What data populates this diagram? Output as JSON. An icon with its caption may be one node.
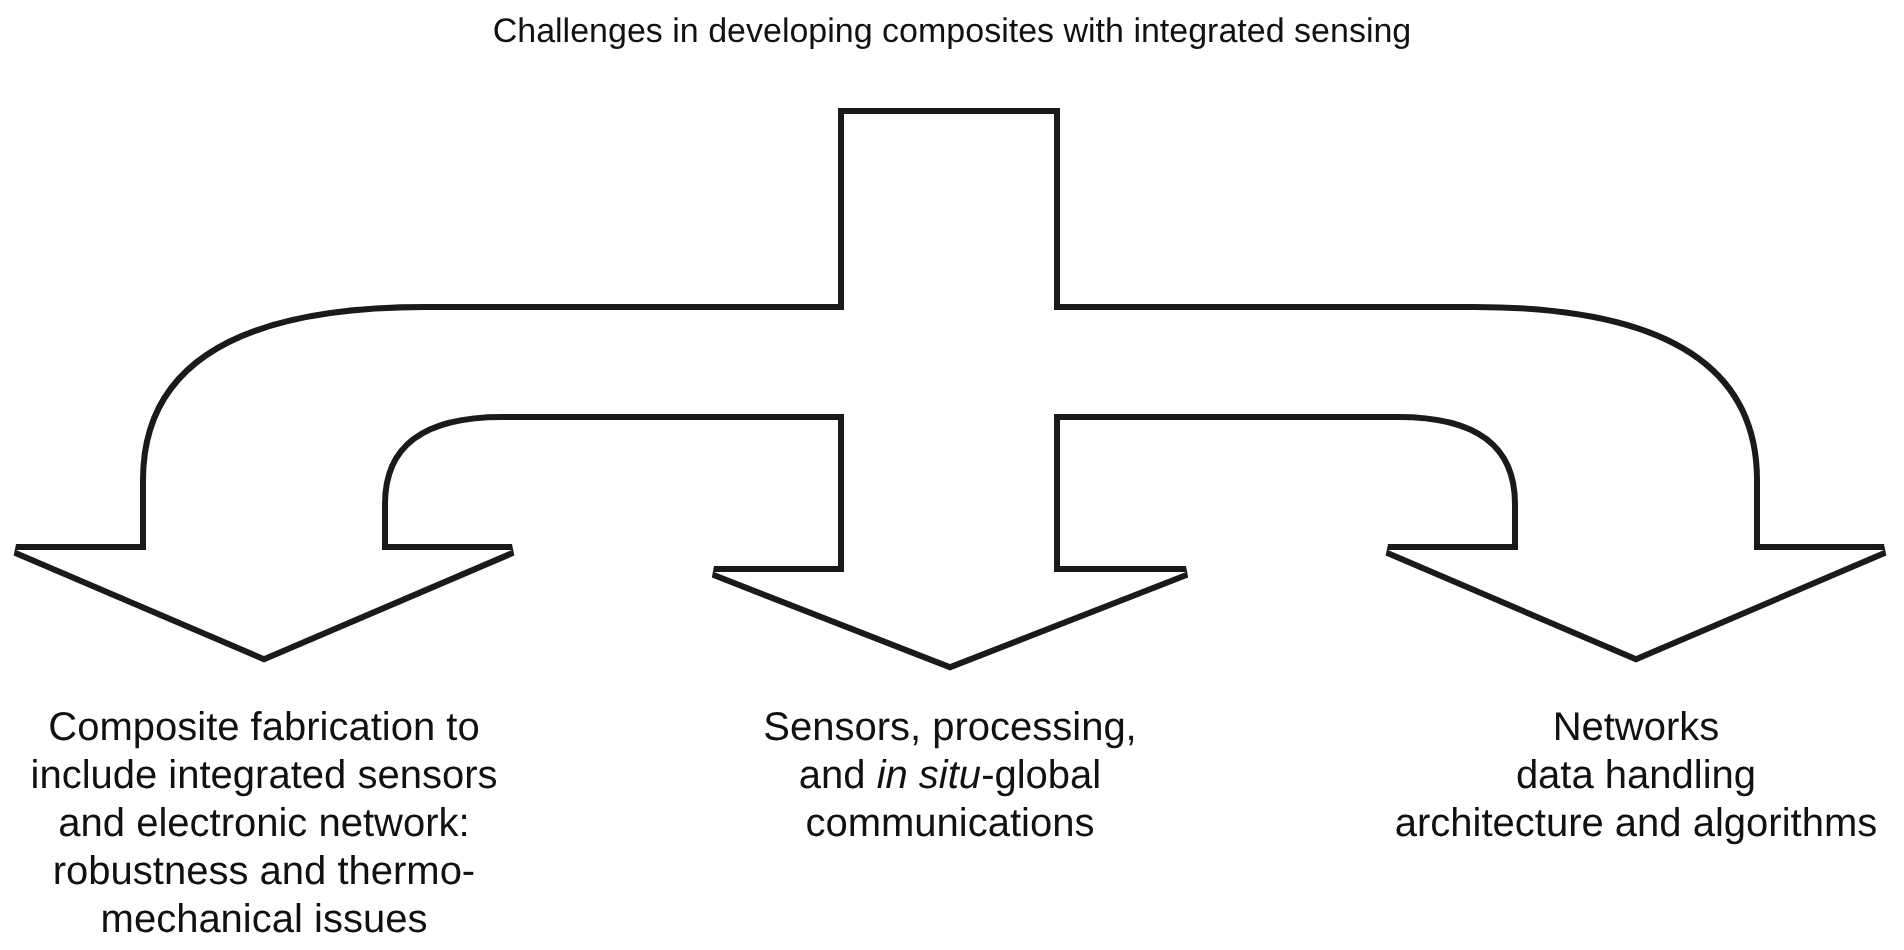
{
  "diagram": {
    "title": "Challenges in developing composites with integrated sensing",
    "nodes": [
      {
        "text": [
          "Composite fabrication to include integrated sensors and electronic network: robustness and thermo-mechanical issues"
        ]
      },
      {
        "text": [
          "Sensors, processing, and *in situ*-global communications"
        ]
      },
      {
        "text": [
          "Networks",
          "data handling",
          "architecture and algorithms"
        ]
      }
    ],
    "edges": [
      {
        "from": null,
        "to": 0,
        "arrow": "to"
      },
      {
        "from": null,
        "to": 1,
        "arrow": "to"
      },
      {
        "from": null,
        "to": 2,
        "arrow": "to"
      }
    ]
  }
}
